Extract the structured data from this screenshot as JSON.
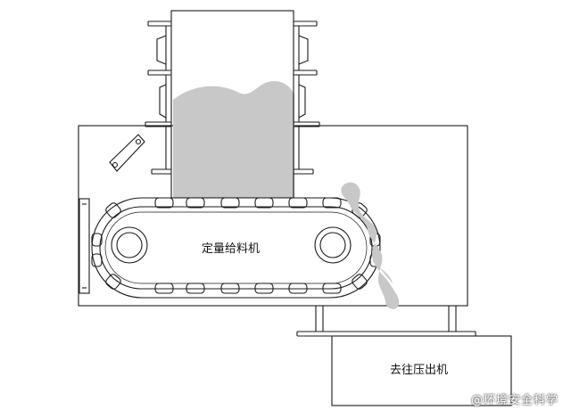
{
  "labels": {
    "feeder": "定量给料机",
    "destination": "去往压出机"
  },
  "watermark": "@环境安全科学",
  "colors": {
    "line": "#1a1a1a",
    "material": "#c8c8c8",
    "background": "#ffffff"
  }
}
